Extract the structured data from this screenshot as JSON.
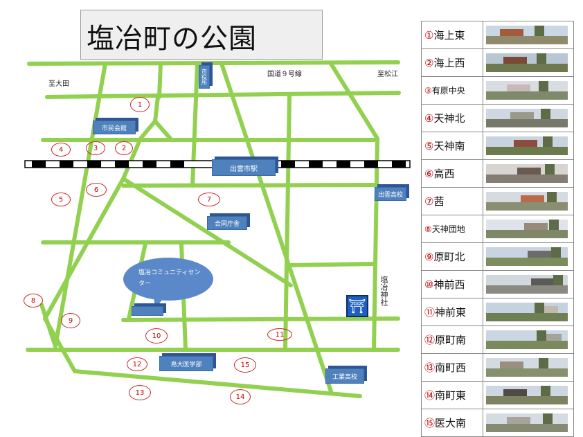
{
  "title": "塩冶町の公園",
  "map": {
    "labels": {
      "shiodaida": "至大田",
      "kokudo": "国道９号線",
      "shimatsue": "至松江",
      "shrine_name": "塩冶神社"
    },
    "buildings": {
      "city_office": "市役所",
      "civic_hall": "市民会館",
      "station": "出雲市駅",
      "izumo_high": "出雲高校",
      "joint_office": "合同庁舎",
      "community_center": "塩冶コミュニティセンター",
      "medical_school": "島大医学部",
      "tech_high": "工業高校"
    },
    "park_numbers": [
      "1",
      "2",
      "3",
      "4",
      "5",
      "6",
      "7",
      "8",
      "9",
      "10",
      "11",
      "12",
      "13",
      "14",
      "15"
    ]
  },
  "parks": [
    {
      "num": "①",
      "name": "海上東"
    },
    {
      "num": "②",
      "name": "海上西"
    },
    {
      "num": "③",
      "name": "有原中央"
    },
    {
      "num": "④",
      "name": "天神北"
    },
    {
      "num": "⑤",
      "name": "天神南"
    },
    {
      "num": "⑥",
      "name": "高西"
    },
    {
      "num": "⑦",
      "name": "茜"
    },
    {
      "num": "⑧",
      "name": "天神団地"
    },
    {
      "num": "⑨",
      "name": "原町北"
    },
    {
      "num": "⑩",
      "name": "神前西"
    },
    {
      "num": "⑪",
      "name": "神前東"
    },
    {
      "num": "⑫",
      "name": "原町南"
    },
    {
      "num": "⑬",
      "name": "南町西"
    },
    {
      "num": "⑭",
      "name": "南町東"
    },
    {
      "num": "⑮",
      "name": "医大南"
    }
  ],
  "colors": {
    "road": "#92d050",
    "building": "#4f81bd",
    "marker": "#c00000"
  }
}
